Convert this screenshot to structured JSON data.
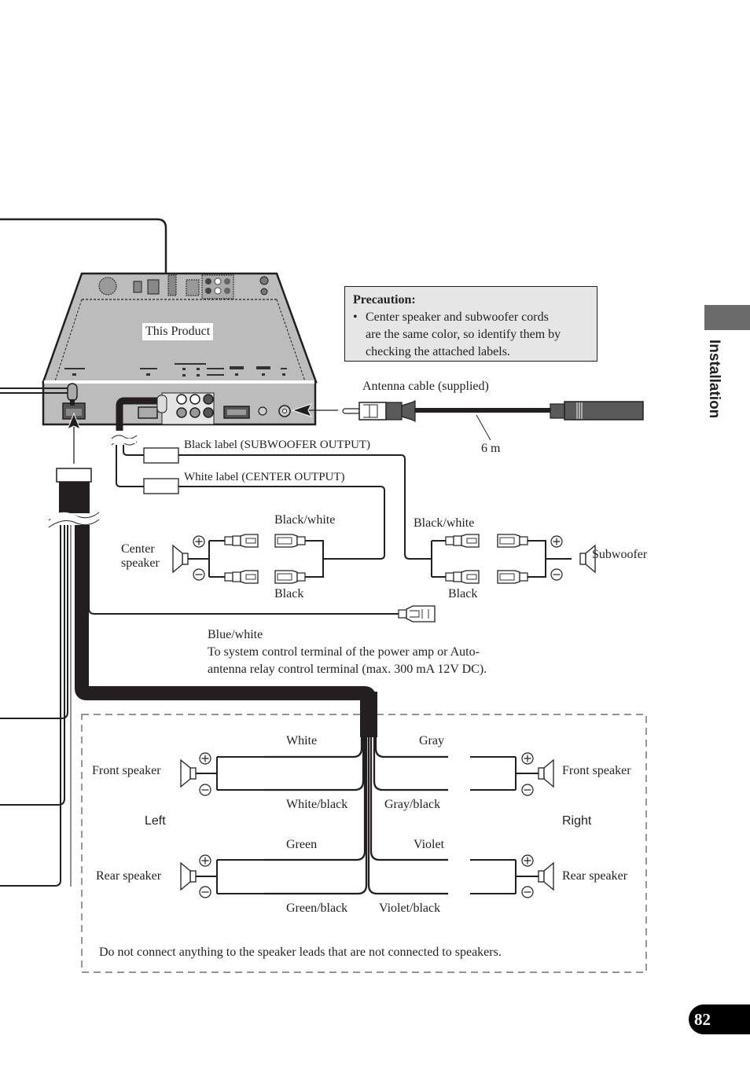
{
  "side_tab": {
    "label": "Installation"
  },
  "page_number": "82",
  "unit": {
    "label": "This Product"
  },
  "precaution": {
    "title": "Precaution:",
    "bullet": "•",
    "text_lines": [
      "Center speaker and subwoofer cords",
      "are the same color, so identify them by",
      "checking the attached labels."
    ]
  },
  "antenna": {
    "label": "Antenna cable (supplied)",
    "length": "6 m"
  },
  "labels": {
    "subwoofer_output": "Black label (SUBWOOFER OUTPUT)",
    "center_output": "White label (CENTER OUTPUT)"
  },
  "center_speaker": {
    "name_line1": "Center",
    "name_line2": "speaker",
    "plus_wire": "Black/white",
    "minus_wire": "Black"
  },
  "subwoofer": {
    "name": "Subwoofer",
    "plus_wire": "Black/white",
    "minus_wire": "Black"
  },
  "blue_white": {
    "title": "Blue/white",
    "line1": "To system control terminal of the power amp or Auto-",
    "line2": "antenna relay control terminal (max. 300 mA 12V DC)."
  },
  "speakers": {
    "left_label": "Left",
    "right_label": "Right",
    "left_front": {
      "name": "Front speaker",
      "plus": "White",
      "minus": "White/black"
    },
    "left_rear": {
      "name": "Rear speaker",
      "plus": "Green",
      "minus": "Green/black"
    },
    "right_front": {
      "name": "Front speaker",
      "plus": "Gray",
      "minus": "Gray/black"
    },
    "right_rear": {
      "name": "Rear speaker",
      "plus": "Violet",
      "minus": "Violet/black"
    }
  },
  "note": "Do not connect anything to the speaker leads that are not connected to speakers.",
  "colors": {
    "ink": "#231f20",
    "unit_body": "#bcbcbc",
    "precaution_bg": "#e6e6e6",
    "side_tab": "#6b6b6b",
    "connector_dark": "#5a5a5a"
  }
}
